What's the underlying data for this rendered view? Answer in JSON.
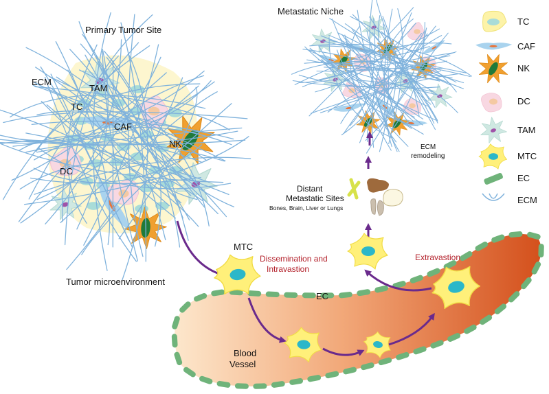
{
  "labels": {
    "primary_site": "Primary Tumor Site",
    "metastatic_niche": "Metastatic Niche",
    "ecm": "ECM",
    "tam": "TAM",
    "tc": "TC",
    "caf": "CAF",
    "nk": "NK",
    "dc": "DC",
    "tumor_microenvironment": "Tumor microenvironment",
    "mtc": "MTC",
    "dissemination_line1": "Dissemination and",
    "dissemination_line2": "Intravastion",
    "extravastion": "Extravastion",
    "ec": "EC",
    "blood_line1": "Blood",
    "blood_line2": "Vessel",
    "distant_line1": "Distant",
    "distant_line2": "Metastatic Sites",
    "distant_line3": "Bones, Brain, Liver or Lungs",
    "remodel_line1": "ECM",
    "remodel_line2": "remodeling"
  },
  "legend": [
    {
      "key": "TC",
      "label": "TC"
    },
    {
      "key": "CAF",
      "label": "CAF"
    },
    {
      "key": "NK",
      "label": "NK"
    },
    {
      "key": "DC",
      "label": "DC"
    },
    {
      "key": "TAM",
      "label": "TAM"
    },
    {
      "key": "MTC",
      "label": "MTC"
    },
    {
      "key": "EC",
      "label": "EC"
    },
    {
      "key": "ECM",
      "label": "ECM"
    }
  ],
  "colors": {
    "ecm_fiber": "#7fb2dc",
    "tumor_bg": "#fdf6cf",
    "tc_fill": "#a9dcd8",
    "caf_fill": "#a9d3ee",
    "caf_nucleus": "#e8743b",
    "nk_fill": "#f0a030",
    "nk_nucleus": "#1f7a3a",
    "dc_fill": "#f8d8e2",
    "dc_nucleus": "#f4c9a2",
    "tam_fill": "#cfe8e2",
    "tam_nucleus": "#a052a8",
    "mtc_fill": "#fff07a",
    "mtc_nucleus": "#2bb7c9",
    "ec_fill": "#6fb37a",
    "arrow": "#6a2a8c",
    "red_text": "#b3202a"
  }
}
